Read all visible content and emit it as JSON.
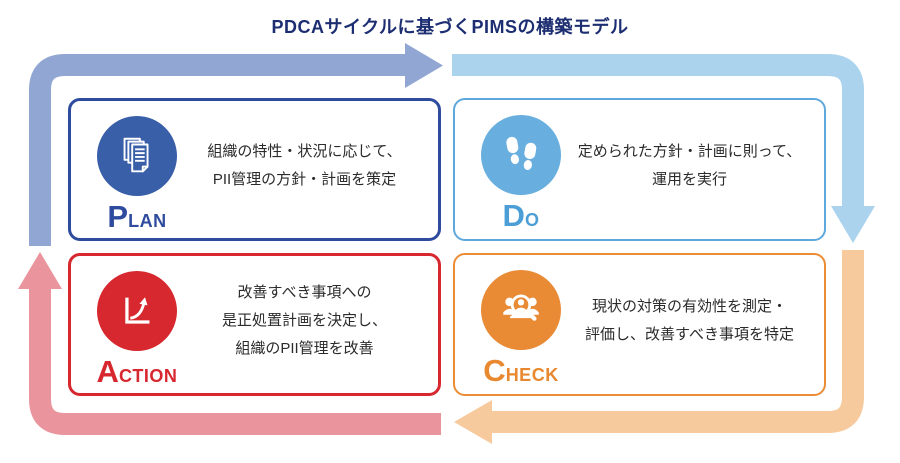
{
  "title": "PDCAサイクルに基づくPIMSの構築モデル",
  "title_color": "#1c2e71",
  "quadrants": {
    "plan": {
      "label_initial": "P",
      "label_rest": "LAN",
      "lines": [
        "組織の特性・状況に応じて、",
        "PII管理の方針・計画を策定"
      ],
      "icon": "documents-icon",
      "border_color": "#2e4b9e",
      "circle_color": "#3a5fa9",
      "label_color": "#2e4b9e",
      "arrow_color": "#91a6d2"
    },
    "do": {
      "label_initial": "D",
      "label_rest": "O",
      "lines": [
        "定められた方針・計画に則って、",
        "運用を実行"
      ],
      "icon": "footprints-icon",
      "border_color": "#5fa8dc",
      "circle_color": "#68aede",
      "label_color": "#4b9fd6",
      "arrow_color": "#abd3ee"
    },
    "check": {
      "label_initial": "C",
      "label_rest": "HECK",
      "lines": [
        "現状の対策の有効性を測定・",
        "評価し、改善すべき事項を特定"
      ],
      "icon": "people-search-icon",
      "border_color": "#ec8c34",
      "circle_color": "#e98a35",
      "label_color": "#e8882f",
      "arrow_color": "#f6ca9d"
    },
    "action": {
      "label_initial": "A",
      "label_rest": "CTION",
      "lines": [
        "改善すべき事項への",
        "是正処置計画を決定し、",
        "組織のPII管理を改善"
      ],
      "icon": "chart-growth-icon",
      "border_color": "#d7282f",
      "circle_color": "#d7282f",
      "label_color": "#d7282f",
      "arrow_color": "#ea949d"
    }
  }
}
